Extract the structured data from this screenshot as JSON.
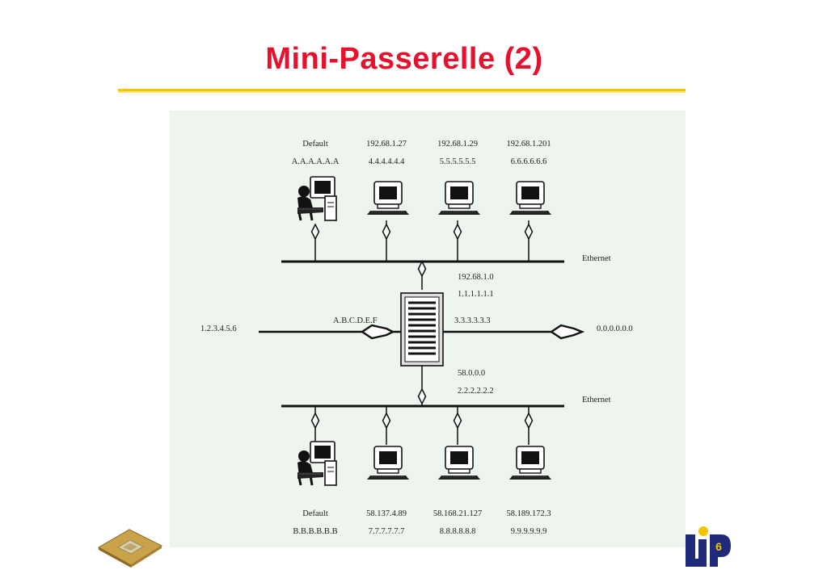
{
  "slide": {
    "title": "Mini-Passerelle (2)"
  },
  "diagram": {
    "top_hosts": [
      {
        "name": "Default",
        "mac": "A.A.A.A.A.A",
        "icon": "tower-computer-icon"
      },
      {
        "name": "192.68.1.27",
        "mac": "4.4.4.4.4.4",
        "icon": "workstation-icon"
      },
      {
        "name": "192.68.1.29",
        "mac": "5.5.5.5.5.5",
        "icon": "workstation-icon"
      },
      {
        "name": "192.68.1.201",
        "mac": "6.6.6.6.6.6",
        "icon": "workstation-icon"
      }
    ],
    "bottom_hosts": [
      {
        "name": "Default",
        "mac": "B.B.B.B.B.B",
        "icon": "tower-computer-icon"
      },
      {
        "name": "58.137.4.89",
        "mac": "7.7.7.7.7.7",
        "icon": "workstation-icon"
      },
      {
        "name": "58.168.21.127",
        "mac": "8.8.8.8.8.8",
        "icon": "workstation-icon"
      },
      {
        "name": "58.189.172.3",
        "mac": "9.9.9.9.9.9",
        "icon": "workstation-icon"
      }
    ],
    "top_bus_label": "Ethernet",
    "bottom_bus_label": "Ethernet",
    "gateway": {
      "icon": "gateway-server-icon",
      "top_network": "192.68.1.0",
      "top_mac": "1.1.1.1.1.1",
      "left_mac": "A.B.C.D.E.F",
      "right_mac": "3.3.3.3.3.3",
      "bottom_network": "58.0.0.0",
      "bottom_mac": "2.2.2.2.2.2"
    },
    "left_link_label": "1.2.3.4.5.6",
    "right_link_label": "0.0.0.0.0.0"
  },
  "footer": {
    "logo_letters": "LIP",
    "logo_number": "6",
    "logo_accent": "#f2c400",
    "logo_color": "#1f2a7a"
  },
  "colors": {
    "title": "#e8112d",
    "rule": "#f2c400",
    "panel": "#eef4ee"
  }
}
